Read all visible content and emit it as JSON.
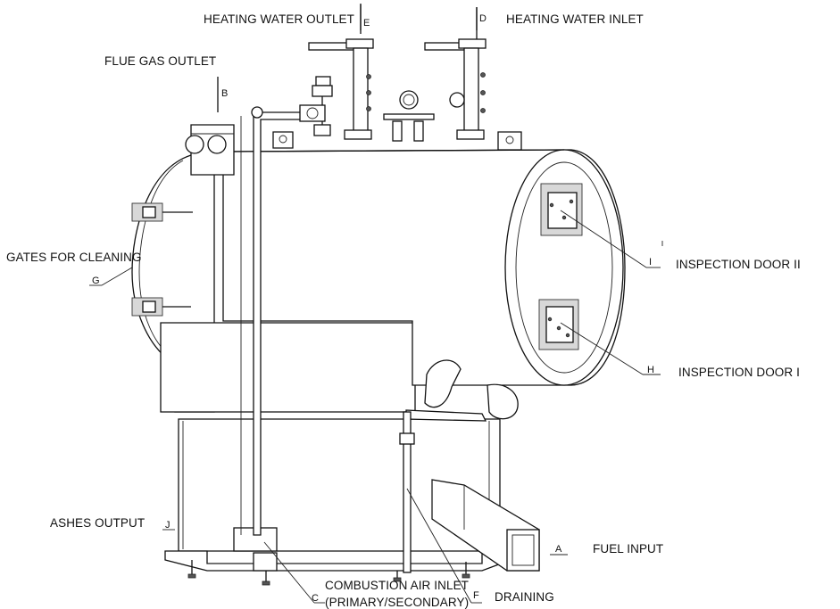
{
  "labels": {
    "heating_water_outlet": "HEATING WATER OUTLET",
    "heating_water_inlet": "HEATING WATER INLET",
    "flue_gas_outlet": "FLUE GAS OUTLET",
    "gates_for_cleaning": "GATES FOR CLEANING",
    "inspection_door_2": "INSPECTION DOOR II",
    "inspection_door_1": "INSPECTION DOOR I",
    "ashes_output": "ASHES OUTPUT",
    "fuel_input": "FUEL INPUT",
    "combustion_air_inlet_line1": "COMBUSTION AIR INLET",
    "combustion_air_inlet_line2": "(PRIMARY/SECONDARY)",
    "draining": "DRAINING"
  },
  "letters": {
    "A": "A",
    "B": "B",
    "C": "C",
    "D": "D",
    "E": "E",
    "F": "F",
    "G": "G",
    "H": "H",
    "I": "I",
    "J": "J"
  }
}
